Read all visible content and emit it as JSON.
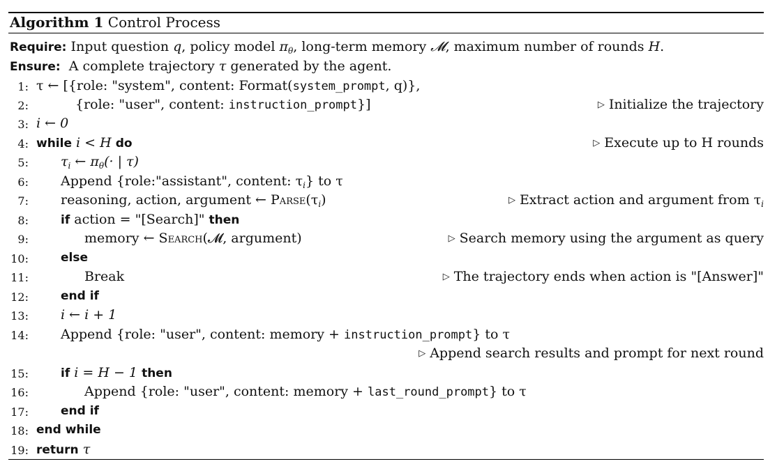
{
  "caption": {
    "label": "Algorithm 1",
    "title": "Control Process"
  },
  "require": {
    "label": "Require:",
    "q": "q",
    "theta": "θ",
    "M": "𝓜",
    "H": "H"
  },
  "ensure": {
    "label": "Ensure:",
    "tau": "τ"
  },
  "kw": {
    "while": "while",
    "do": "do",
    "if": "if",
    "then": "then",
    "else": "else",
    "end_if": "end if",
    "end_while": "end while",
    "return": "return"
  },
  "code": {
    "system_prompt": "system_prompt",
    "instruction_prompt": "instruction_prompt",
    "last_round_prompt": "last_round_prompt"
  },
  "func": {
    "parse": "Parse",
    "search": "Search",
    "format": "Format"
  },
  "comments": {
    "c2": "Initialize the trajectory",
    "c4": "Execute up to H rounds",
    "c7": "Extract action and argument from τ",
    "c9": "Search memory using the argument as query",
    "c11": "The trajectory ends when action is \"[Answer]\"",
    "c14": "Append search results and prompt for next round"
  },
  "line_numbers": [
    "1:",
    "2:",
    "3:",
    "4:",
    "5:",
    "6:",
    "7:",
    "8:",
    "9:",
    "10:",
    "11:",
    "12:",
    "13:",
    "14:",
    "15:",
    "16:",
    "17:",
    "18:",
    "19:"
  ],
  "comment_marker": "▷",
  "text": {
    "require_body_1": "Input question ",
    "require_body_2": ", policy model ",
    "require_body_3": ", long-term memory ",
    "require_body_4": ", maximum number of rounds ",
    "ensure_body_1": "A complete trajectory ",
    "ensure_body_2": " generated by the agent.",
    "l1_a": "τ ← [{role: \"system\", content: ",
    "l1_b": "(",
    "l1_c": ", q)},",
    "l2_a": "{role: \"user\", content: ",
    "l2_b": "}]",
    "l3": "i ← 0",
    "l4_cond": "i < H",
    "l5_a": "τ",
    "l5_b": " ← π",
    "l5_c": "(· | τ)",
    "l6_a": "Append {role:\"assistant\", content: τ",
    "l6_b": "} to τ",
    "l7_a": "reasoning, action, argument ← ",
    "l7_b": "(τ",
    "l7_c": ")",
    "l8_cond": "action = \"[Search]\"",
    "l9_a": "memory ← ",
    "l9_b": "(𝓜, argument)",
    "l11": "Break",
    "l13": "i ← i + 1",
    "l14_a": "Append {role: \"user\", content: memory + ",
    "l14_b": "} to τ",
    "l15_cond": "i = H − 1",
    "l16_a": "Append {role: \"user\", content: memory + ",
    "l16_b": "} to τ",
    "l19": "τ",
    "sub_i": "i",
    "sub_theta": "θ",
    "period": "."
  }
}
